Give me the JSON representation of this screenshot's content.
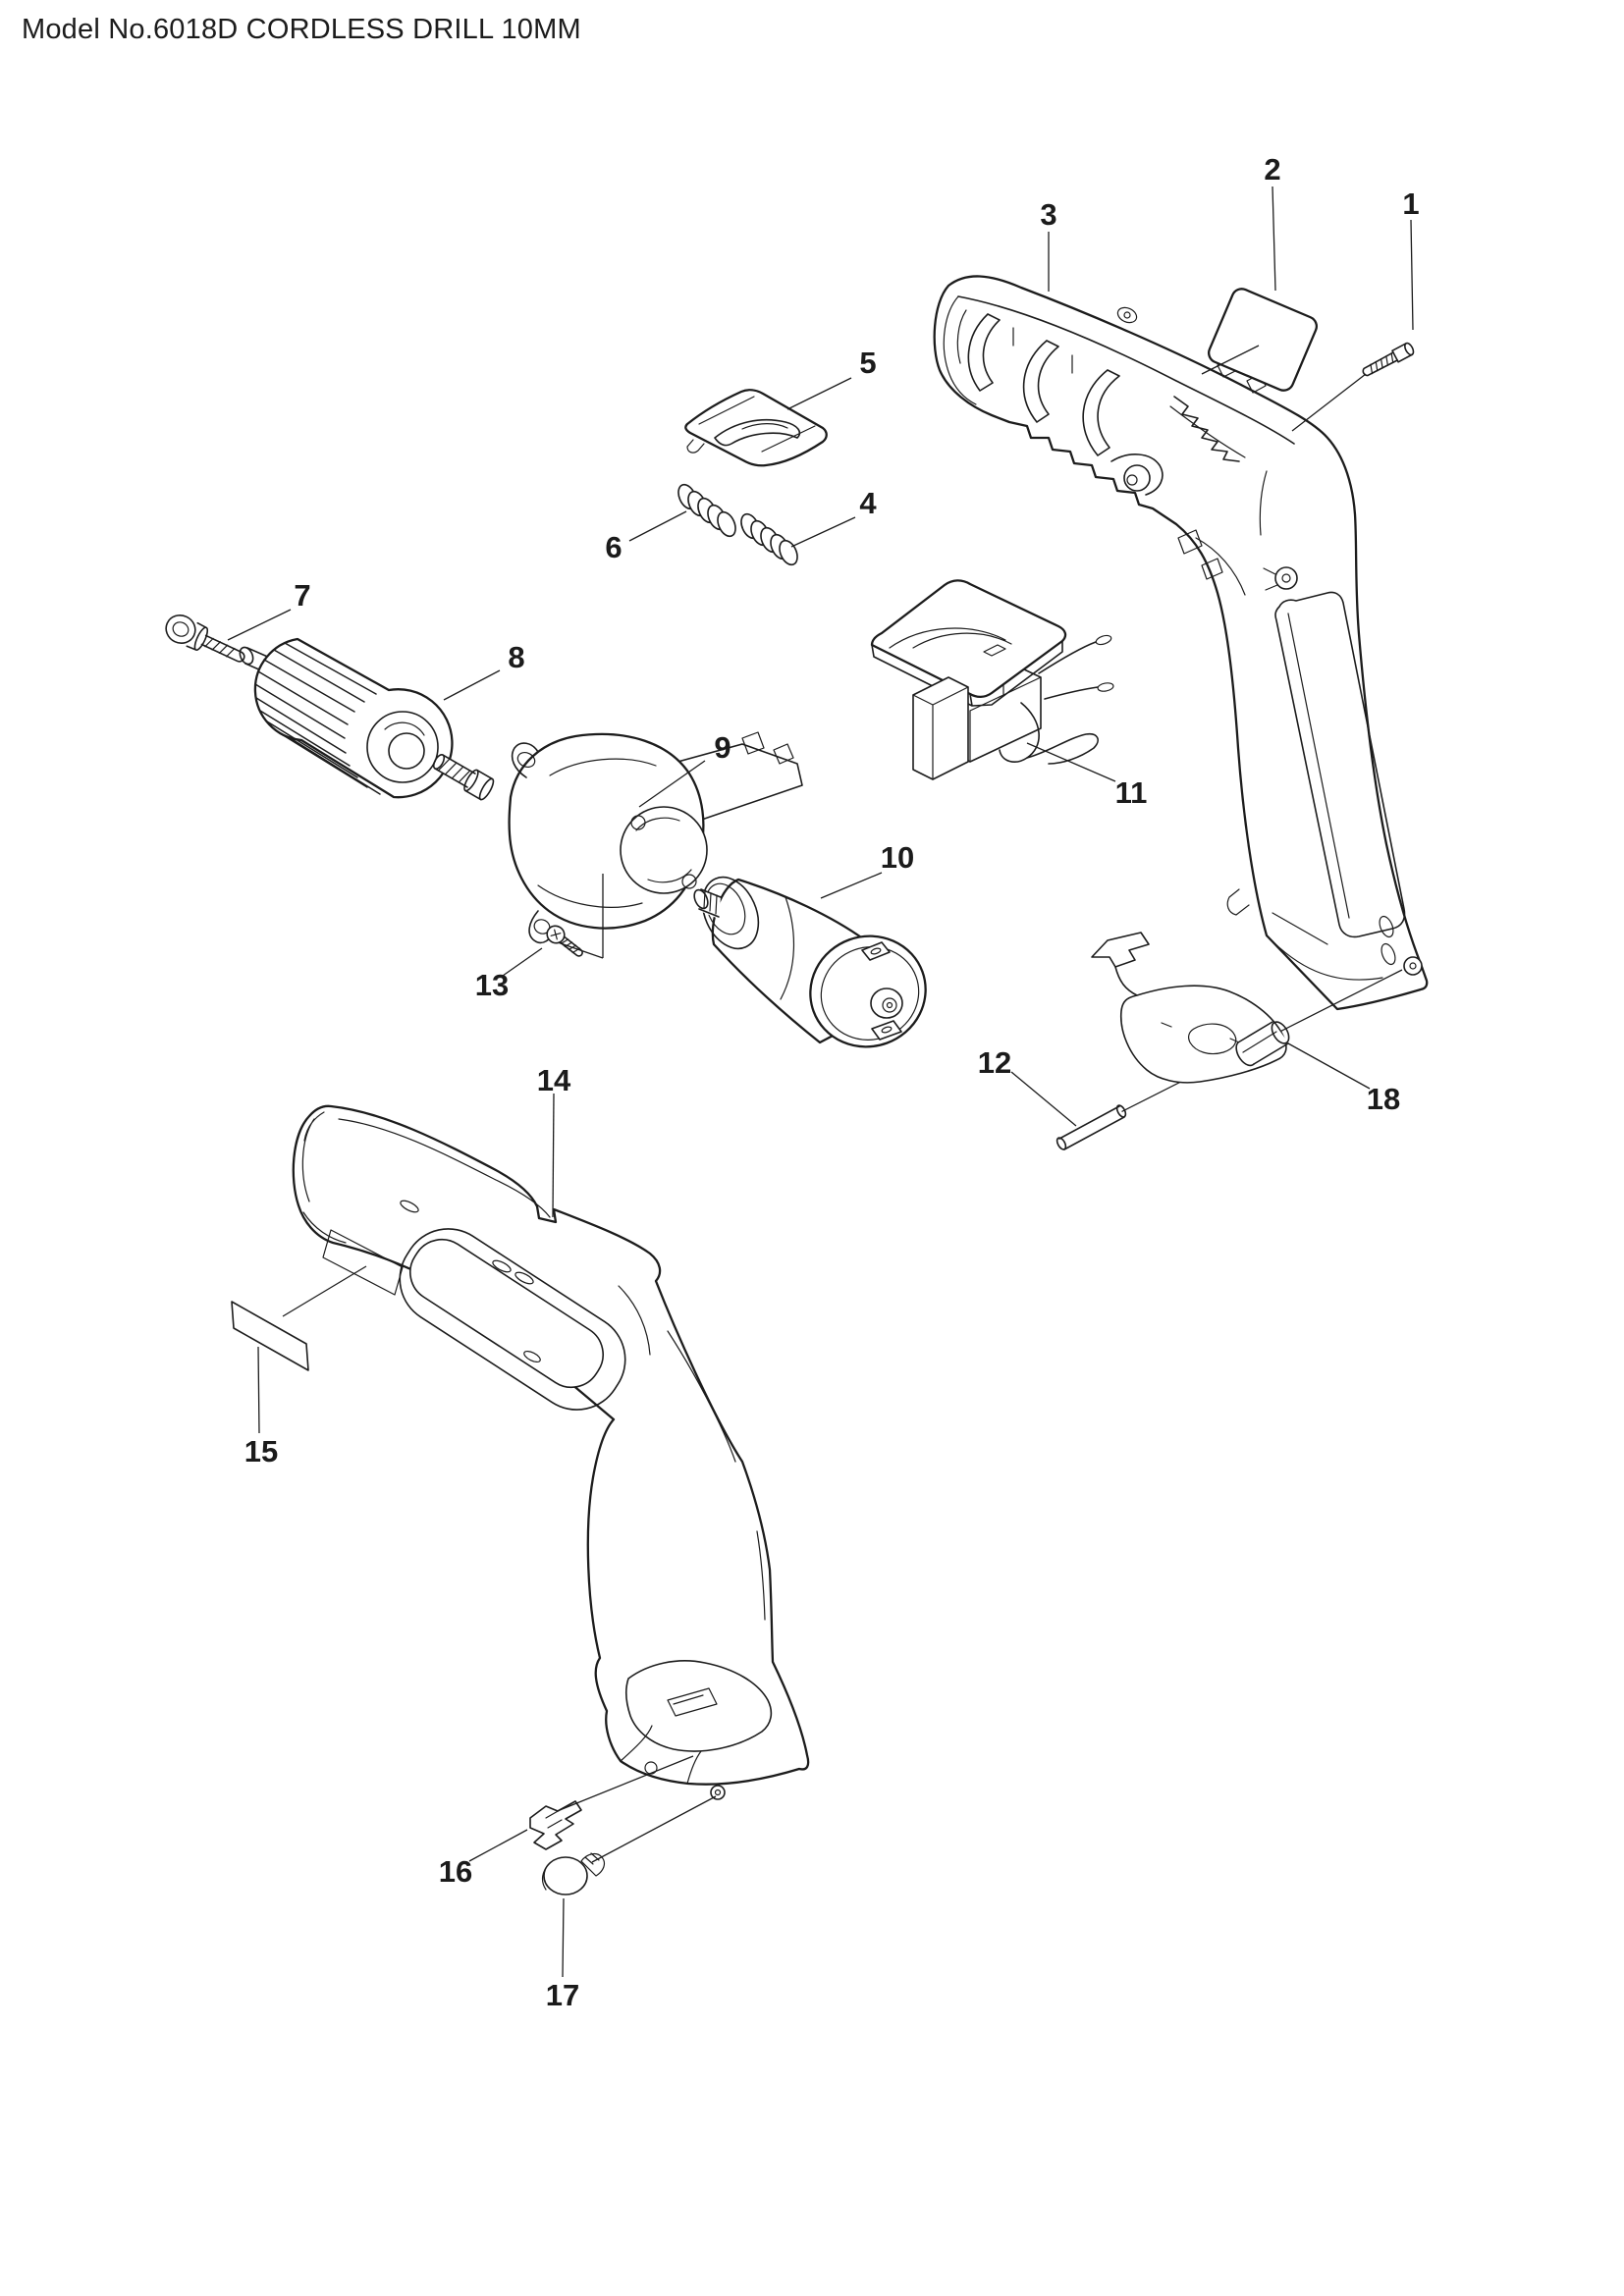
{
  "page": {
    "title": "Model No.6018D CORDLESS DRILL 10MM",
    "background_color": "#ffffff",
    "ink_color": "#1c1c1c"
  },
  "diagram": {
    "type": "exploded-parts-diagram",
    "callouts": [
      {
        "number": "1"
      },
      {
        "number": "2"
      },
      {
        "number": "3"
      },
      {
        "number": "4"
      },
      {
        "number": "5"
      },
      {
        "number": "6"
      },
      {
        "number": "7"
      },
      {
        "number": "8"
      },
      {
        "number": "9"
      },
      {
        "number": "10"
      },
      {
        "number": "11"
      },
      {
        "number": "12"
      },
      {
        "number": "13"
      },
      {
        "number": "14"
      },
      {
        "number": "15"
      },
      {
        "number": "16"
      },
      {
        "number": "17"
      },
      {
        "number": "18"
      }
    ]
  }
}
